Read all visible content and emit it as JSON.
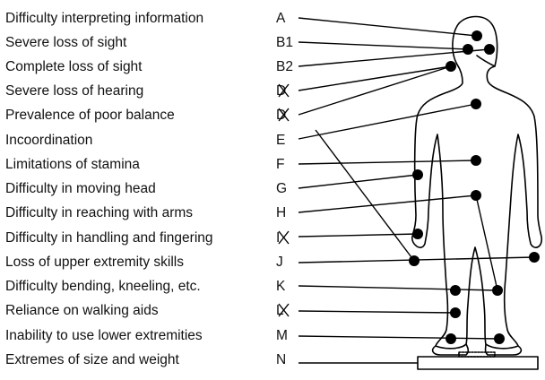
{
  "rows": [
    {
      "label": "Difficulty interpreting information",
      "code": "A"
    },
    {
      "label": "Severe loss of sight",
      "code": "B1"
    },
    {
      "label": "Complete loss of sight",
      "code": "B2"
    },
    {
      "label": "Severe loss of hearing",
      "code": "D"
    },
    {
      "label": "Prevalence of poor balance",
      "code": "D"
    },
    {
      "label": "Incoordination",
      "code": "E"
    },
    {
      "label": "Limitations of stamina",
      "code": "F"
    },
    {
      "label": "Difficulty in moving head",
      "code": "G"
    },
    {
      "label": "Difficulty in reaching with arms",
      "code": "H"
    },
    {
      "label": "Difficulty in handling and fingering",
      "code": "I"
    },
    {
      "label": "Loss of upper extremity skills",
      "code": "J"
    },
    {
      "label": "Difficulty bending, kneeling, etc.",
      "code": "K"
    },
    {
      "label": "Reliance on walking aids",
      "code": "L"
    },
    {
      "label": "Inability to use lower extremities",
      "code": "M"
    },
    {
      "label": "Extremes of size and weight",
      "code": "N"
    }
  ]
}
